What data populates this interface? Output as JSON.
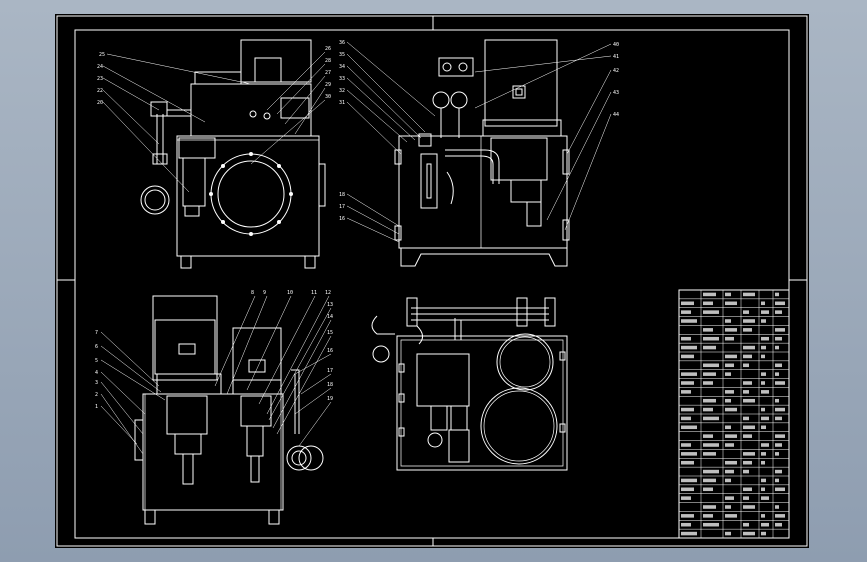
{
  "drawing": {
    "background_color": "#000000",
    "line_color": "#ffffff",
    "frame_color": "#9aa8b8"
  },
  "views": [
    {
      "name": "front-view",
      "callouts": [
        "25",
        "24",
        "23",
        "22",
        "20",
        "26",
        "28",
        "27",
        "29",
        "30"
      ]
    },
    {
      "name": "side-view-right",
      "callouts": [
        "36",
        "35",
        "34",
        "33",
        "32",
        "31",
        "18",
        "17",
        "16",
        "40",
        "41",
        "42",
        "43",
        "44"
      ]
    },
    {
      "name": "side-view-left",
      "callouts": [
        "7",
        "6",
        "5",
        "4",
        "3",
        "2",
        "1",
        "8",
        "9",
        "10",
        "11",
        "12",
        "13",
        "14",
        "15",
        "16",
        "17",
        "18",
        "19"
      ]
    },
    {
      "name": "top-view",
      "callouts": []
    }
  ],
  "title_block": {
    "rows": 28,
    "cols": 6
  }
}
